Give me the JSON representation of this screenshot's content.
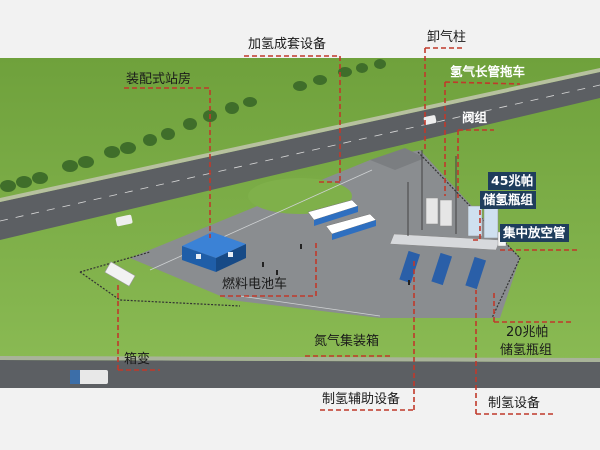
{
  "labels": {
    "hydrogen_equipment": "加氢成套设备",
    "unloading_post": "卸气柱",
    "tube_trailer": "氢气长管拖车",
    "prefab_station": "装配式站房",
    "valve_group": "阀组",
    "bottle_45_line1": "45兆帕",
    "bottle_45_line2": "储氢瓶组",
    "vent_stack": "集中放空管",
    "fuel_cell_vehicle": "燃料电池车",
    "bottle_20_line1": "20兆帕",
    "bottle_20_line2": "储氢瓶组",
    "box_transformer": "箱变",
    "nitrogen_container": "氮气集装箱",
    "aux_production": "制氢辅助设备",
    "production_equipment": "制氢设备"
  },
  "colors": {
    "leader_line": "#c0392b",
    "road": "#5c5f63",
    "grass": "#7fb04a",
    "apron": "#8a8d90",
    "building": "#1f5ea8",
    "label_box": "#1f3d5c"
  }
}
